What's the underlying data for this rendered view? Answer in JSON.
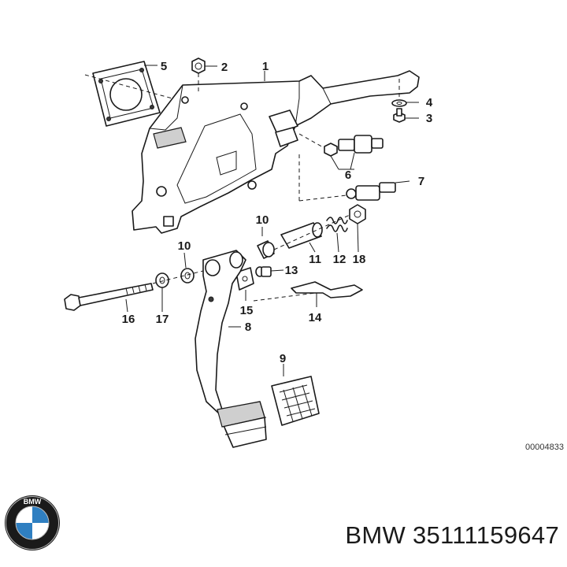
{
  "diagram": {
    "code": "00004833",
    "callouts": [
      "1",
      "2",
      "3",
      "4",
      "5",
      "6",
      "7",
      "8",
      "9",
      "10",
      "10",
      "11",
      "12",
      "13",
      "14",
      "15",
      "16",
      "17",
      "18"
    ]
  },
  "footer": {
    "brand": "BMW",
    "part_number": "35111159647",
    "caption": "BMW 35111159647"
  },
  "logo": {
    "text": "BMW",
    "colors": {
      "ring": "#1a1a1a",
      "blue": "#2f7fc1",
      "white": "#ffffff"
    }
  }
}
